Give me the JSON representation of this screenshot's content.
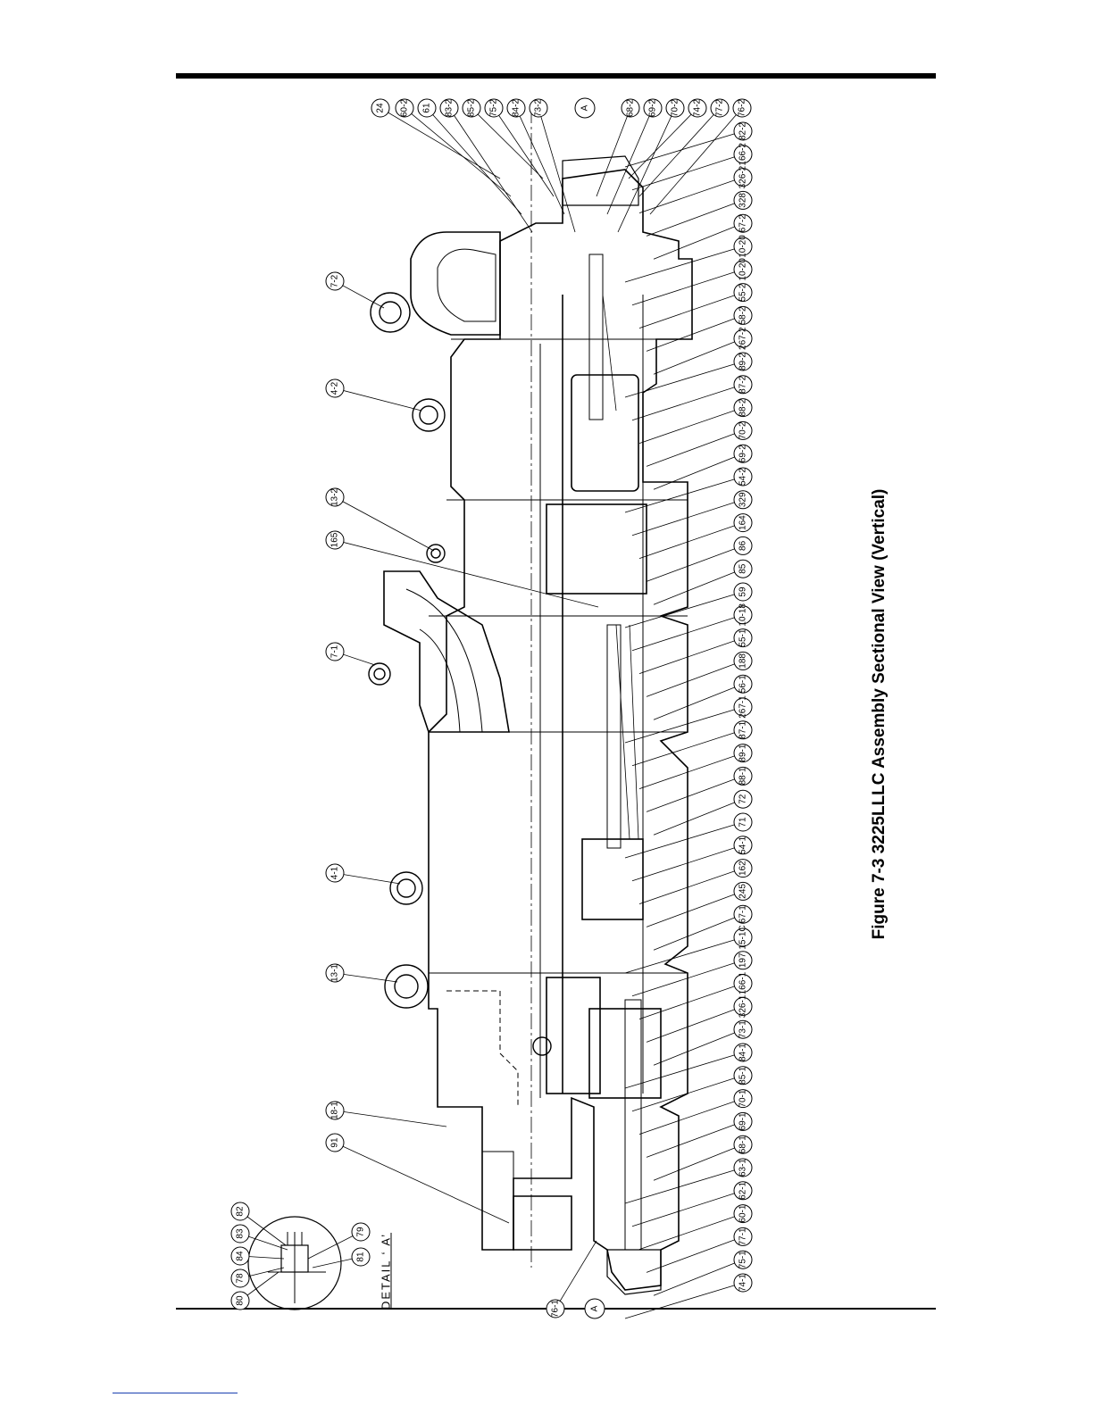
{
  "figure": {
    "caption": "Figure 7-3 3225LLLC Assembly Sectional View (Vertical)",
    "detail_label": "DETAIL ‘ A’",
    "section_marker": "A"
  },
  "callouts": {
    "top_row": [
      "24",
      "60-2",
      "61",
      "83-2",
      "85-2",
      "75-2",
      "84-2",
      "73-2",
      "A",
      "68-2",
      "69-2",
      "70-2",
      "74-2",
      "77-2",
      "76-2"
    ],
    "right_column": [
      "82-2",
      "166-2",
      "326-2",
      "328",
      "67-2",
      "10-20",
      "10-20",
      "55-2",
      "58-2",
      "267-2",
      "89-2",
      "87-2",
      "88-2",
      "70-2",
      "69-2",
      "54-2",
      "329",
      "164",
      "86",
      "85",
      "59",
      "10-18",
      "55-1",
      "188",
      "56-1",
      "267-1",
      "87-1",
      "89-1",
      "88-1",
      "72",
      "71",
      "54-1",
      "162",
      "245",
      "67-1",
      "15-1C",
      "197",
      "166-1",
      "326-1",
      "73-1",
      "84-1",
      "85-1",
      "70-1",
      "69-1",
      "68-1",
      "63-1",
      "62-1",
      "60-1",
      "77-1",
      "75-1",
      "74-1"
    ],
    "left_column": [
      "7-2",
      "4-2",
      "13-2",
      "165",
      "7-1",
      "4-1",
      "13-1",
      "18-1",
      "91"
    ],
    "bottom_row": [
      "76-1",
      "A"
    ],
    "detail": [
      "82",
      "83",
      "84",
      "78",
      "80",
      "79",
      "81"
    ]
  }
}
